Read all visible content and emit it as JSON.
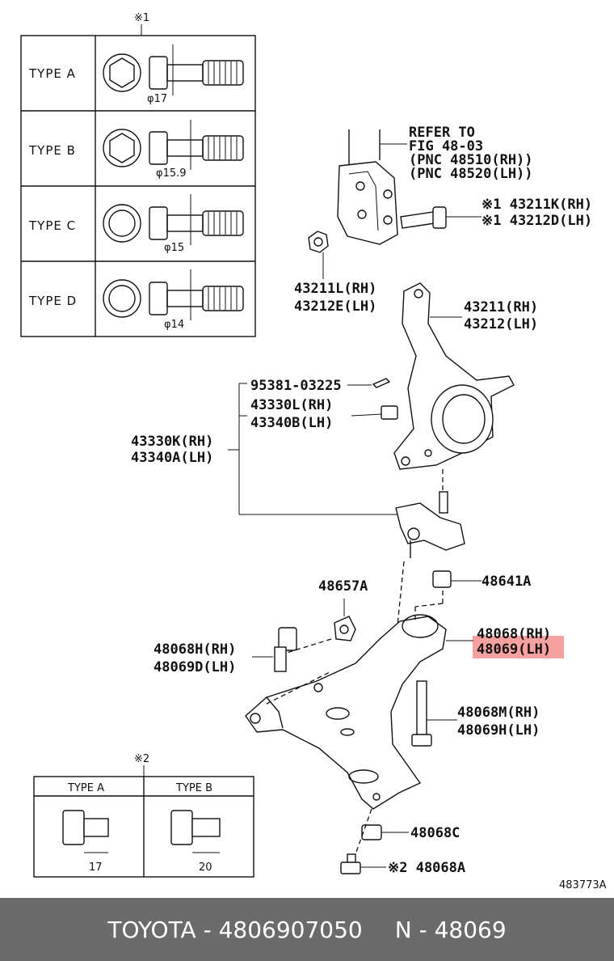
{
  "notes": {
    "mark1": "※1",
    "mark2": "※2"
  },
  "stud_types": {
    "rows": [
      {
        "label": "TYPE A",
        "dim": "φ17"
      },
      {
        "label": "TYPE B",
        "dim": "φ15.9"
      },
      {
        "label": "TYPE C",
        "dim": "φ15"
      },
      {
        "label": "TYPE D",
        "dim": "φ14"
      }
    ]
  },
  "bolt_types": {
    "headers": [
      "TYPE A",
      "TYPE B"
    ],
    "dims": [
      "17",
      "20"
    ]
  },
  "refer": {
    "line1": "REFER TO",
    "line2": "FIG 48-03",
    "line3": "(PNC 48510(RH))",
    "line4": "(PNC 48520(LH))"
  },
  "labels": {
    "p43211K": "※1 43211K(RH)",
    "p43212D": "※1 43212D(LH)",
    "p43211L": "43211L(RH)",
    "p43212E": "43212E(LH)",
    "p43211": "43211(RH)",
    "p43212": "43212(LH)",
    "p95381": "95381-03225",
    "p43330L": "43330L(RH)",
    "p43340B": "43340B(LH)",
    "p43330K": "43330K(RH)",
    "p43340A": "43340A(LH)",
    "p48657A": "48657A",
    "p48641A": "48641A",
    "p48068": "48068(RH)",
    "p48069": "48069(LH)",
    "p48068H": "48068H(RH)",
    "p48069D": "48069D(LH)",
    "p48068M": "48068M(RH)",
    "p48069H": "48069H(LH)",
    "p48068C": "48068C",
    "p48068A": "※2 48068A",
    "diagram_id": "483773A"
  },
  "highlight": {
    "color": "#f6a0a0"
  },
  "footer": {
    "part_info": "TOYOTA - 4806907050",
    "group_info": "N - 48069",
    "background": "#6b6b6b"
  }
}
